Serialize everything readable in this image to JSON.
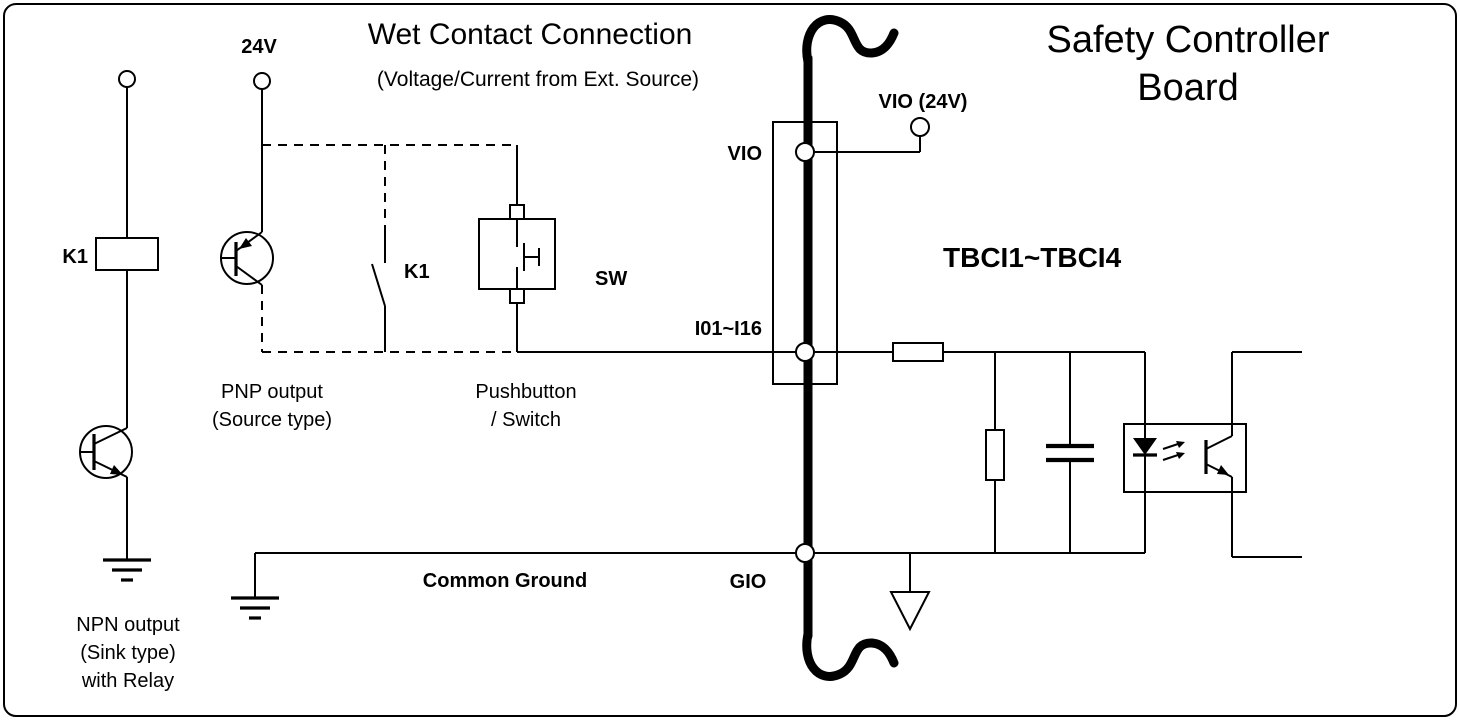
{
  "title": {
    "main": "Wet Contact Connection",
    "subtitle": "(Voltage/Current from Ext. Source)"
  },
  "board": {
    "name_line1": "Safety Controller",
    "name_line2": "Board",
    "terminal_block": "TBCI1~TBCI4"
  },
  "terminals": {
    "supply": "24V",
    "vio": "VIO",
    "vio_ext": "VIO (24V)",
    "input_range": "I01~I16",
    "gio": "GIO"
  },
  "components": {
    "relay": "K1",
    "relay_contact": "K1",
    "switch": "SW"
  },
  "captions": {
    "npn1": "NPN output",
    "npn2": "(Sink type)",
    "npn3": "with Relay",
    "pnp1": "PNP output",
    "pnp2": "(Source type)",
    "push1": "Pushbutton",
    "push2": "/ Switch",
    "common_ground": "Common Ground"
  },
  "colors": {
    "line": "#000000",
    "background": "#ffffff"
  }
}
